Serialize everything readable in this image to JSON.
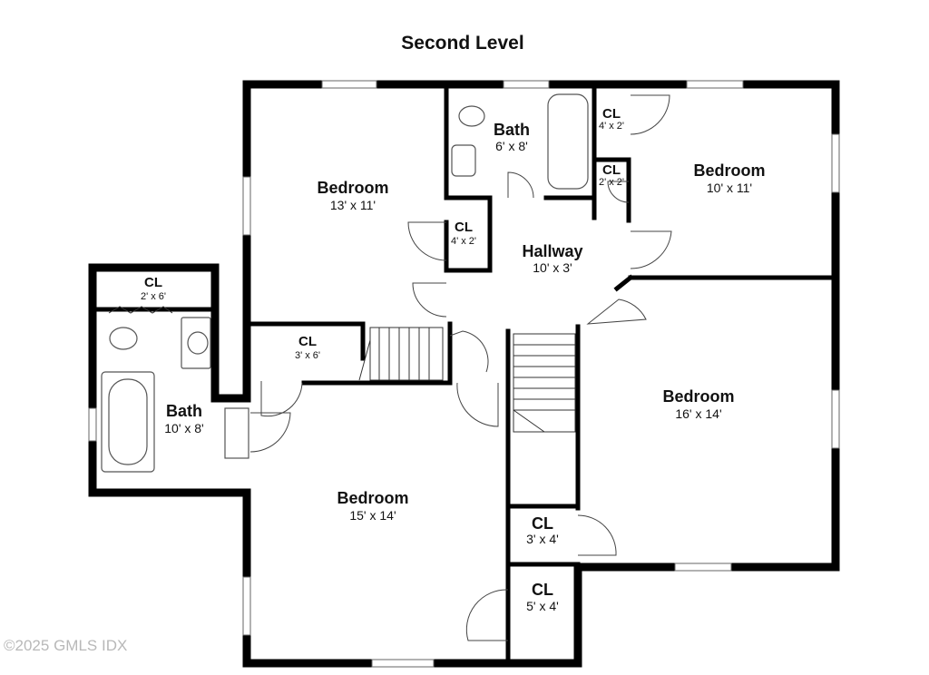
{
  "title": "Second Level",
  "rooms": {
    "bedroom_top_left": {
      "name": "Bedroom",
      "dim": "13' x 11'"
    },
    "bath_top": {
      "name": "Bath",
      "dim": "6' x 8'"
    },
    "closet_top_right_a": {
      "name": "CL",
      "dim": "4' x 2'"
    },
    "closet_top_right_b": {
      "name": "CL",
      "dim": "2' x 2'"
    },
    "bedroom_top_right": {
      "name": "Bedroom",
      "dim": "10' x 11'"
    },
    "closet_hall": {
      "name": "CL",
      "dim": "4' x 2'"
    },
    "hallway": {
      "name": "Hallway",
      "dim": "10' x 3'"
    },
    "closet_left_top": {
      "name": "CL",
      "dim": "2' x 6'"
    },
    "closet_mid_left": {
      "name": "CL",
      "dim": "3' x 6'"
    },
    "bath_left": {
      "name": "Bath",
      "dim": "10' x 8'"
    },
    "bedroom_right": {
      "name": "Bedroom",
      "dim": "16' x 14'"
    },
    "bedroom_bottom": {
      "name": "Bedroom",
      "dim": "15' x 14'"
    },
    "closet_bottom_a": {
      "name": "CL",
      "dim": "3' x 4'"
    },
    "closet_bottom_b": {
      "name": "CL",
      "dim": "5' x 4'"
    }
  },
  "copyright": "©2025 GMLS IDX"
}
